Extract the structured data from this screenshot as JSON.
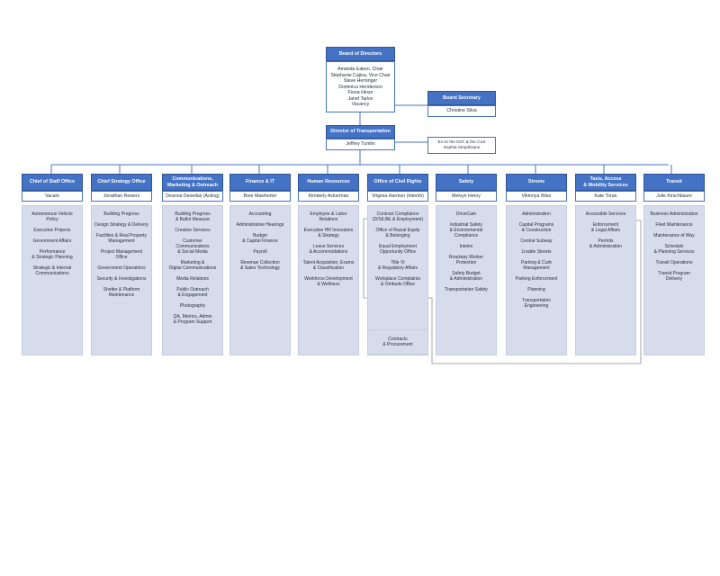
{
  "board": {
    "title": "Board of Directors",
    "members": [
      "Amanda Eaken, Chair",
      "Stephanie Cajina, Vice Chair",
      "Steve Heminger",
      "Dominica Henderson",
      "Fiona Hinze",
      "Janet Tarlov",
      "Vacancy"
    ]
  },
  "secretary": {
    "title": "Board Secretary",
    "name": "Christine Silva"
  },
  "director": {
    "title": "Director of Transportation",
    "name": "Jeffrey Tumlin"
  },
  "ea": {
    "title": "EA to the DoT & the CoS",
    "name": "Sophia Simpliciano"
  },
  "divisions": [
    {
      "title": "Chief of Staff Office",
      "head": "Vacant",
      "items": [
        "Autonomous Vehicle\nPolicy",
        "Executive Projects",
        "Government Affairs",
        "Performance\n& Strategic Planning",
        "Strategic & Internal\nCommunications"
      ]
    },
    {
      "title": "Chief Strategy Office",
      "head": "Jonathan Rewers",
      "items": [
        "Building Progress",
        "Design Strategy & Delivery",
        "Facilities & Real Property\nManagement",
        "Project Management\nOffice",
        "Government Operations",
        "Security & Investigations",
        "Shelter & Platform\nMaintenance"
      ]
    },
    {
      "title": "Communications,\nMarketing & Outreach",
      "head": "Deanna Desedas (Acting)",
      "items": [
        "Building Progress\n& Ballot Measure",
        "Creative Services",
        "Customer\nCommunications\n& Social Media",
        "Marketing &\nDigital Communications",
        "Media Relations",
        "Public Outreach\n& Engagement",
        "Photography",
        "QA, Metrics, Admin\n& Program Support"
      ]
    },
    {
      "title": "Finance & IT",
      "head": "Bree Mawhorter",
      "items": [
        "Accounting",
        "Administrative Hearings",
        "Budget\n& Capital Finance",
        "Payroll",
        "Revenue Collection\n& Sales Technology"
      ]
    },
    {
      "title": "Human Resources",
      "head": "Kimberly Ackerman",
      "items": [
        "Employee & Labor\nRelations",
        "Executive HR Innovation\n& Strategy",
        "Leave Services\n& Accommodations",
        "Talent Acquisition, Exams\n& Classification",
        "Workforce Development\n& Wellness"
      ]
    },
    {
      "title": "Office of Civil Rights",
      "head": "Virginia Harmon (Interim)",
      "items": [
        "Contract Compliance\n(D/S/LBE & Employment)",
        "Office of Racial Equity\n& Belonging",
        "Equal Employment\nOpportunity Office",
        "Title VI\n& Regulatory Affairs",
        "Workplace Complaints\n& Ombuds Office"
      ]
    },
    {
      "title": "Safety",
      "head": "Melvyn Henry",
      "items": [
        "DriveCam",
        "Industrial Safety\n& Environmental\nCompliance",
        "Intelex",
        "Roadway Worker\nProtection",
        "Safety Budget\n& Administration",
        "Transportation Safety"
      ]
    },
    {
      "title": "Streets",
      "head": "Viktoriya Wise",
      "items": [
        "Administration",
        "Capital Programs\n& Construction",
        "Central Subway",
        "Livable Streets",
        "Parking & Curb\nManagement",
        "Parking Enforcement",
        "Planning",
        "Transportation\nEngineering"
      ]
    },
    {
      "title": "Taxis, Access\n& Mobility Services",
      "head": "Kate Toran",
      "items": [
        "Accessible Services",
        "Enforcement\n& Legal Affairs",
        "Permits\n& Administration"
      ]
    },
    {
      "title": "Transit",
      "head": "Julie Kirschbaum",
      "items": [
        "Business Administration",
        "Fleet Maintenance",
        "Maintenance of Way",
        "Schedule\n& Planning Services",
        "Transit Operations",
        "Transit Program\nDelivery"
      ]
    }
  ],
  "contracts": "Contracts\n& Procurement"
}
